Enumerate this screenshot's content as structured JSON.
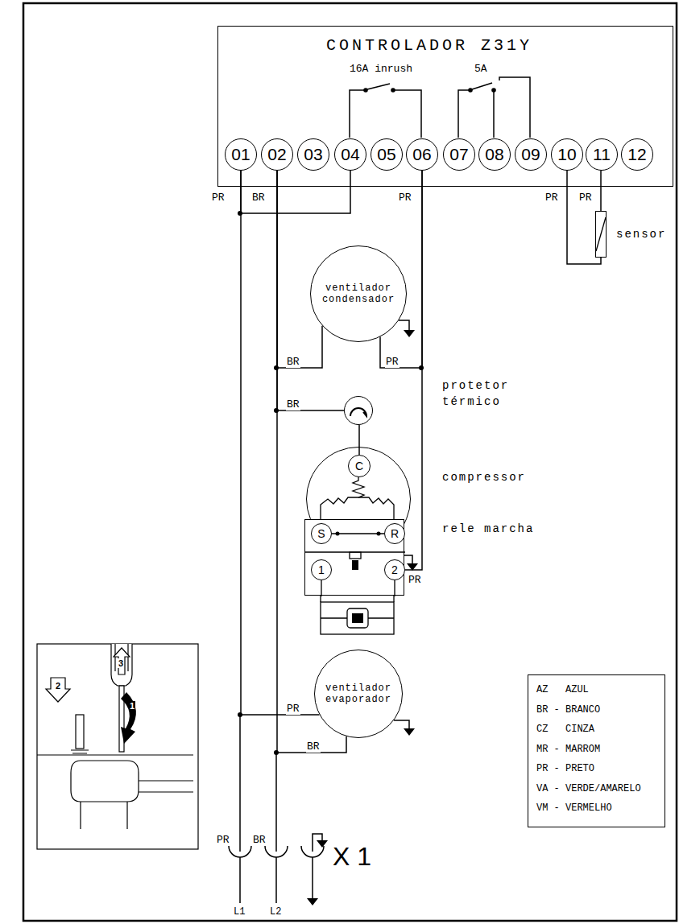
{
  "diagram": {
    "nodes": [
      {
        "text": [
          "CONTROLADOR Z31Y"
        ]
      },
      {
        "text": [
          "01"
        ],
        "in": 0
      },
      {
        "text": [
          "02"
        ],
        "in": 0
      },
      {
        "text": [
          "03"
        ],
        "in": 0
      },
      {
        "text": [
          "04"
        ],
        "in": 0
      },
      {
        "text": [
          "05"
        ],
        "in": 0
      },
      {
        "text": [
          "06"
        ],
        "in": 0
      },
      {
        "text": [
          "07"
        ],
        "in": 0
      },
      {
        "text": [
          "08"
        ],
        "in": 0
      },
      {
        "text": [
          "09"
        ],
        "in": 0
      },
      {
        "text": [
          "10"
        ],
        "in": 0
      },
      {
        "text": [
          "11"
        ],
        "in": 0
      },
      {
        "text": [
          "12"
        ],
        "in": 0
      },
      {
        "text": [
          "sensor"
        ]
      },
      {
        "text": [
          "ventilador condensador"
        ]
      },
      {
        "text": [
          "protetor térmico"
        ]
      },
      {
        "text": [
          "compressor"
        ]
      },
      {
        "text": [
          "C"
        ],
        "in": 16
      },
      {
        "text": [
          "rele marcha"
        ]
      },
      {
        "text": [
          "S"
        ],
        "in": 18
      },
      {
        "text": [
          "R"
        ],
        "in": 18
      },
      {
        "text": [
          "1"
        ],
        "in": 18
      },
      {
        "text": [
          "2"
        ],
        "in": 18
      },
      {
        "text": [
          "ventilador evaporador"
        ]
      },
      {
        "text": [
          "AZ   AZUL",
          "BR - BRANCO",
          "CZ   CINZA",
          "MR - MARROM",
          "PR - PRETO",
          "VA - VERDE/AMARELO",
          "VM - VERMELHO"
        ]
      }
    ],
    "edges": [
      {
        "from": 4,
        "to": 1,
        "arrow": "none"
      },
      {
        "from": 2,
        "to": 14,
        "label": "BR",
        "arrow": "none"
      },
      {
        "from": 6,
        "to": 14,
        "label": "PR",
        "arrow": "none"
      },
      {
        "from": 2,
        "to": 15,
        "label": "BR",
        "arrow": "none"
      },
      {
        "from": 15,
        "to": 17,
        "arrow": "none"
      },
      {
        "from": 6,
        "to": 22,
        "label": "PR",
        "arrow": "none"
      },
      {
        "from": 1,
        "to": 23,
        "label": "PR",
        "arrow": "none"
      },
      {
        "from": 2,
        "to": 23,
        "label": "BR",
        "arrow": "none"
      },
      {
        "from": 10,
        "to": 13,
        "arrow": "none"
      },
      {
        "from": 11,
        "to": 13,
        "arrow": "none"
      }
    ],
    "labels": [
      "16A inrush",
      "5A",
      "PR",
      "BR",
      "PR",
      "PR",
      "PR",
      "3",
      "1",
      "2",
      "PR",
      "BR",
      "X 1",
      "L1",
      "L2"
    ]
  }
}
